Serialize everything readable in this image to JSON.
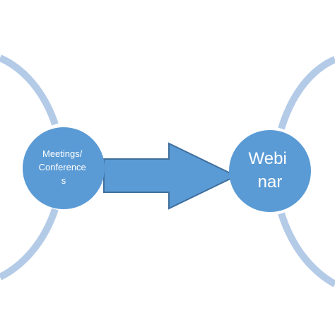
{
  "diagram": {
    "source_node": {
      "lines": [
        "Meetings/",
        "Conference",
        "s"
      ]
    },
    "target_node": {
      "lines": [
        "Webi",
        "nar"
      ]
    },
    "colors": {
      "node_fill": "#5b9bd5",
      "node_stroke": "#4f8cc2",
      "arrow_fill": "#5b9bd5",
      "arrow_stroke": "#3f6f9d",
      "arc": "#b4cbe8"
    }
  }
}
